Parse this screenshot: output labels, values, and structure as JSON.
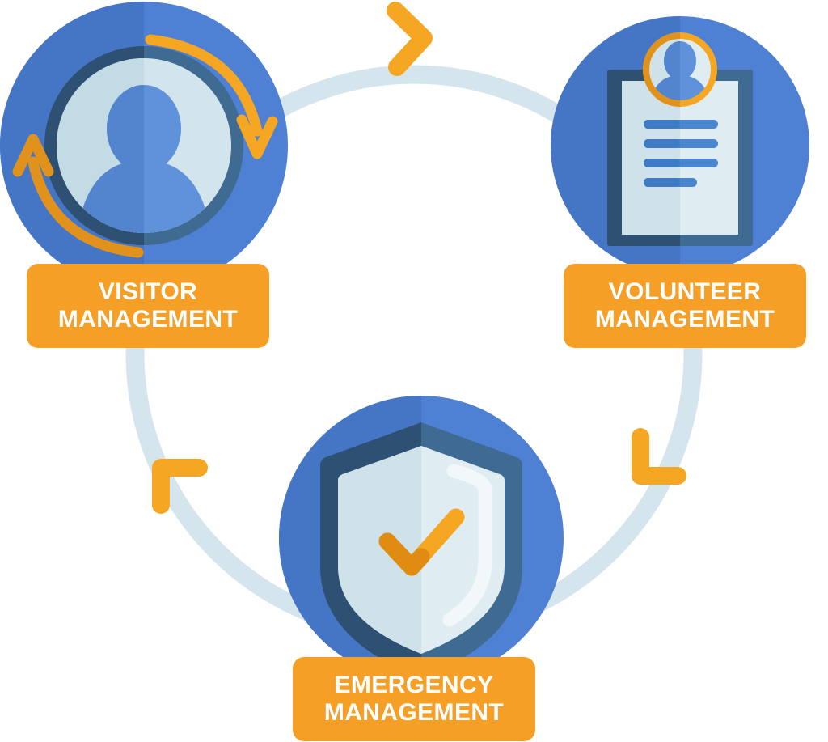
{
  "diagram": {
    "type": "cycle",
    "title": "",
    "colors": {
      "orange": "#f59f27",
      "orange_dark": "#e8901a",
      "blue": "#4e80d4",
      "blue_dark": "#4576c6",
      "navy": "#2d5073",
      "navy_light": "#3f6b93",
      "paper": "#dfecf2",
      "paper_shade": "#cfe2ea",
      "ring": "#d5e5ee",
      "white": "#ffffff",
      "line_blue": "#4a86d0"
    },
    "nodes": [
      {
        "id": "visitor",
        "label": "VISITOR\nMANAGEMENT",
        "label_line1": "VISITOR",
        "label_line2": "MANAGEMENT",
        "icon": "visitor-cycle-icon",
        "position": "top-left"
      },
      {
        "id": "volunteer",
        "label": "VOLUNTEER\nMANAGEMENT",
        "label_line1": "VOLUNTEER",
        "label_line2": "MANAGEMENT",
        "icon": "clipboard-badge-icon",
        "position": "top-right"
      },
      {
        "id": "emergency",
        "label": "EMERGENCY\nMANAGEMENT",
        "label_line1": "EMERGENCY",
        "label_line2": "MANAGEMENT",
        "icon": "shield-check-icon",
        "position": "bottom-center"
      }
    ],
    "connectors": [
      {
        "id": "arrow-top",
        "from": "visitor",
        "to": "volunteer",
        "glyph": "chevron-right"
      },
      {
        "id": "arrow-right",
        "from": "volunteer",
        "to": "emergency",
        "glyph": "chevron-down-right"
      },
      {
        "id": "arrow-left",
        "from": "emergency",
        "to": "visitor",
        "glyph": "chevron-up-left"
      }
    ]
  }
}
